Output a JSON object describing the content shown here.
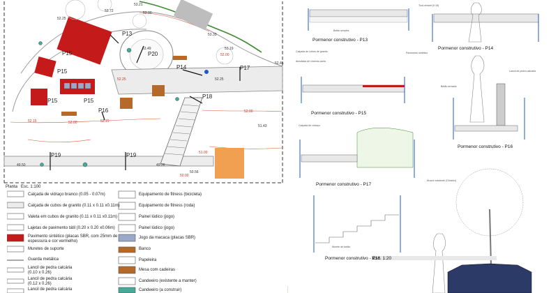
{
  "plan": {
    "caption": "Planta",
    "scale": "Esc. 1:100",
    "section_marks": [
      "P13",
      "P14",
      "P15",
      "P15",
      "P15",
      "P15",
      "P16",
      "P17",
      "P18",
      "P19",
      "P19",
      "P20"
    ],
    "elevations_gray": [
      "53.72",
      "53.21",
      "52.25",
      "53.00",
      "53.33",
      "53.49",
      "52.45",
      "52.25",
      "51.43",
      "49.50",
      "49.26",
      "50.56",
      "53.19"
    ],
    "elevations_red": [
      "52.25",
      "52.00",
      "52.15",
      "52.00",
      "52.15",
      "51.00",
      "50.00",
      "52.00"
    ]
  },
  "legend": {
    "left": [
      "Calçada de vidraço branco (0.05 - 0.07m)",
      "Calçada de cubos de granito (0.11 x 0.11 x0.11m)",
      "Valeta em cubos de granito (0.11 x 0.11 x0.11m)",
      "Lajetas de pavimento tátil (0.20 x 0.20 x0.06m)",
      "Pavimento sintético (placas SBR, com 25mm de",
      "espessura e cor vermelho)",
      "Muretes de suporte",
      "Guarda metálica",
      "Lancil de pedra calcária",
      "(0.10 x 0.26)",
      "Lancil de pedra calcária",
      "(0.12 x 0.26)",
      "Lancil de pedra calcária"
    ],
    "right": [
      "Equipamento de fitness (bicicleta)",
      "Equipamento de fitness (roda)",
      "Painel lúdico (jogo)",
      "Painel lúdico (jogo)",
      "Jogo da macaca (placas SBR)",
      "Banco",
      "Papeleira",
      "Mesa com cadeiras",
      "Candeeiro (existente a manter)",
      "Candeeiro (a construir)"
    ]
  },
  "details": [
    "Pormenor construtivo - P13",
    "Pormenor construtivo - P14",
    "Pormenor construtivo - P15",
    "Pormenor construtivo - P16",
    "Pormenor construtivo - P17",
    "Pormenor construtivo - P18",
    "Esc. 1:20"
  ],
  "detail_notes": [
    "Tout-venant (0.15)",
    "Betão simples",
    "Calçada de vidraço",
    "Lancil de pedra calcária",
    "Almofada de cimento areia",
    "Betão armado",
    "Pavimento sintético",
    "Murete de betão",
    "Calçada de cubos de granito",
    "Árvore existente (Olmeiro)"
  ],
  "colors": {
    "synthetic": "#c41a1a",
    "slope": "#e89a4e",
    "green": "#3d8a2f",
    "path": "#e9e9e9",
    "wood": "#b56a2a",
    "blue": "#1b57c8"
  }
}
